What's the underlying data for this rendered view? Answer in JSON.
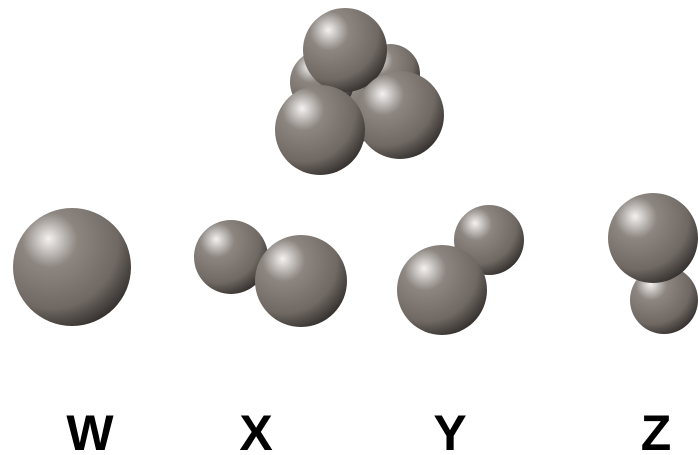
{
  "colors": {
    "sphere_highlight": "#f4f2f0",
    "sphere_mid": "#8c8580",
    "sphere_base": "#6f6863",
    "sphere_shadow": "#2e2a27",
    "label": "#000000",
    "background": "#ffffff"
  },
  "molecules": [
    {
      "label": "W",
      "atom_count": 1
    },
    {
      "label": "X",
      "atom_count": 2
    },
    {
      "label": "Y",
      "atom_count": 2
    },
    {
      "label": "Z",
      "atom_count": 2
    }
  ],
  "cluster": {
    "atom_count": 5
  }
}
